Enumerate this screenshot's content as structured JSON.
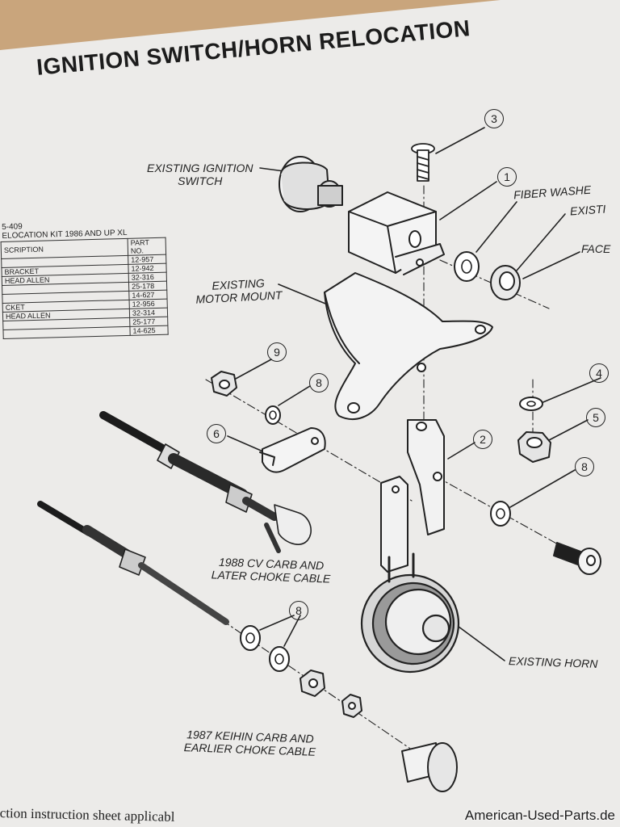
{
  "document": {
    "title": "IGNITION SWITCH/HORN RELOCATION",
    "kit_number": "5-409",
    "kit_name": "ELOCATION KIT  1986 AND UP XL",
    "table": {
      "header": {
        "description": "SCRIPTION",
        "part_no": "PART NO."
      },
      "rows": [
        {
          "description": "",
          "part_no": "12-957"
        },
        {
          "description": "BRACKET",
          "part_no": "12-942"
        },
        {
          "description": "HEAD ALLEN",
          "part_no": "32-316"
        },
        {
          "description": "",
          "part_no": "25-178"
        },
        {
          "description": "",
          "part_no": "14-627"
        },
        {
          "description": "CKET",
          "part_no": "12-956"
        },
        {
          "description": "HEAD ALLEN",
          "part_no": "32-314"
        },
        {
          "description": "",
          "part_no": "25-177"
        },
        {
          "description": "",
          "part_no": "14-625"
        }
      ]
    },
    "labels": {
      "ignition_switch": [
        "EXISTING IGNITION",
        "SWITCH"
      ],
      "fiber_washer": "FIBER WASHE",
      "existing_right": "EXISTI",
      "face": "FACE",
      "motor_mount": [
        "EXISTING",
        "MOTOR MOUNT"
      ],
      "cv_carb": [
        "1988 CV CARB AND",
        "LATER CHOKE CABLE"
      ],
      "keihin_carb": [
        "1987 KEIHIN CARB AND",
        "EARLIER CHOKE CABLE"
      ],
      "existing_horn": "EXISTING HORN"
    },
    "callouts": [
      "3",
      "1",
      "9",
      "8",
      "6",
      "2",
      "4",
      "5",
      "8",
      "8"
    ],
    "footer": "ction instruction sheet applicabl"
  },
  "watermark": "American-Used-Parts.de",
  "colors": {
    "background": "#c9a57c",
    "paper": "#ecebe9",
    "ink": "#222222"
  }
}
